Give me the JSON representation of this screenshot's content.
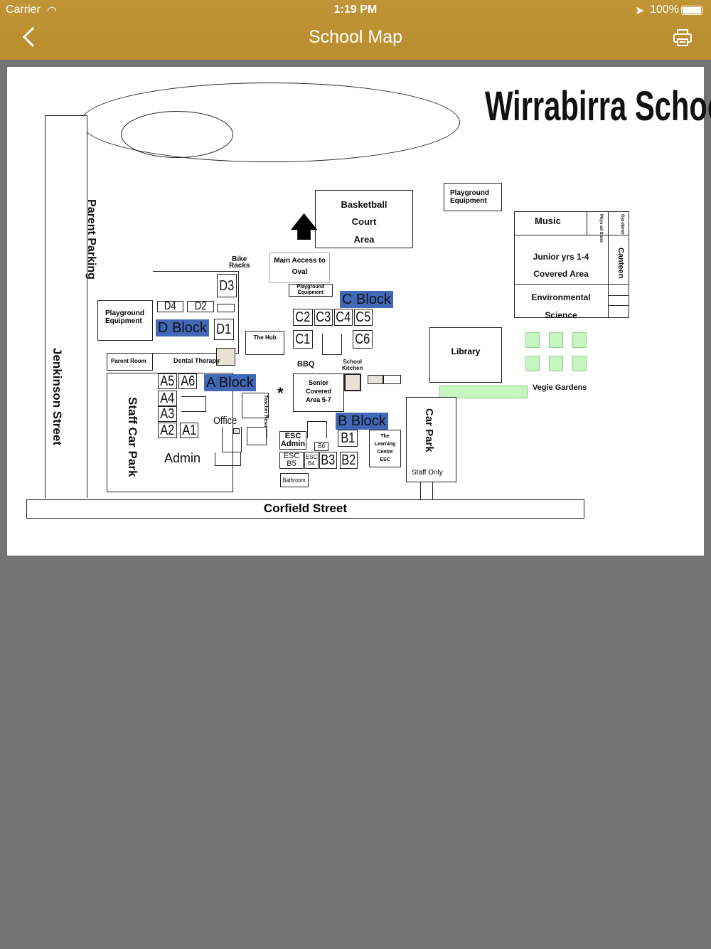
{
  "status": {
    "carrier": "Carrier",
    "time": "1:19 PM",
    "battery": "100%"
  },
  "nav": {
    "title": "School Map",
    "back": "back",
    "print": "print"
  },
  "map": {
    "school_name": "Wirrabirra School",
    "basketball": [
      "Basketball",
      "Court",
      "Area"
    ],
    "playground": "Playground Equipment",
    "playground1": [
      "Playground",
      "Equipment"
    ],
    "music": "Music",
    "phys_store": "Phys ed Store",
    "gardener": "Gar-dener",
    "junior": [
      "Junior yrs 1-4",
      "Covered Area"
    ],
    "canteen": "Canteen",
    "env": [
      "Environmental",
      "Science"
    ],
    "parent_parking": "Parent Parking",
    "jenkinson": "Jenkinson Street",
    "staff_car_park": "Staff Car Park",
    "car_park": "Car Park",
    "staff_only": "Staff Only",
    "bike_racks": [
      "Bike",
      "Racks"
    ],
    "main_access": [
      "Main Access to",
      "Oval"
    ],
    "c_block": "C Block",
    "d_block": "D Block",
    "a_block": "A Block",
    "b_block": "B Block",
    "rooms_c": [
      "C2",
      "C3",
      "C4",
      "C5",
      "C1",
      "C6"
    ],
    "rooms_d": [
      "D3",
      "D4",
      "D2",
      "D1"
    ],
    "rooms_a": [
      "A5",
      "A6",
      "A4",
      "A3",
      "A2",
      "A1"
    ],
    "rooms_b": [
      "B1",
      "B6",
      "B3",
      "B2"
    ],
    "the_hub": "The Hub",
    "parent_room": "Parent Room",
    "dental": "Dental Therapy",
    "bbq": "BBQ",
    "kitchen": [
      "School",
      "Kitchen"
    ],
    "senior": [
      "Senior",
      "Covered",
      "Area 5-7"
    ],
    "library": "Library",
    "vegie": "Vegie Gardens",
    "teacher_res": "Teacher Resource",
    "office": "Office",
    "admin": "Admin",
    "esc_admin": [
      "ESC",
      "Admin"
    ],
    "esc_b5": "ESC B5",
    "esc_b4": "ESC B4",
    "bathroom": "Bathroom",
    "learning": [
      "The",
      "Learning",
      "Centre",
      "ESC"
    ],
    "corfield": "Corfield Street",
    "star": "*"
  }
}
